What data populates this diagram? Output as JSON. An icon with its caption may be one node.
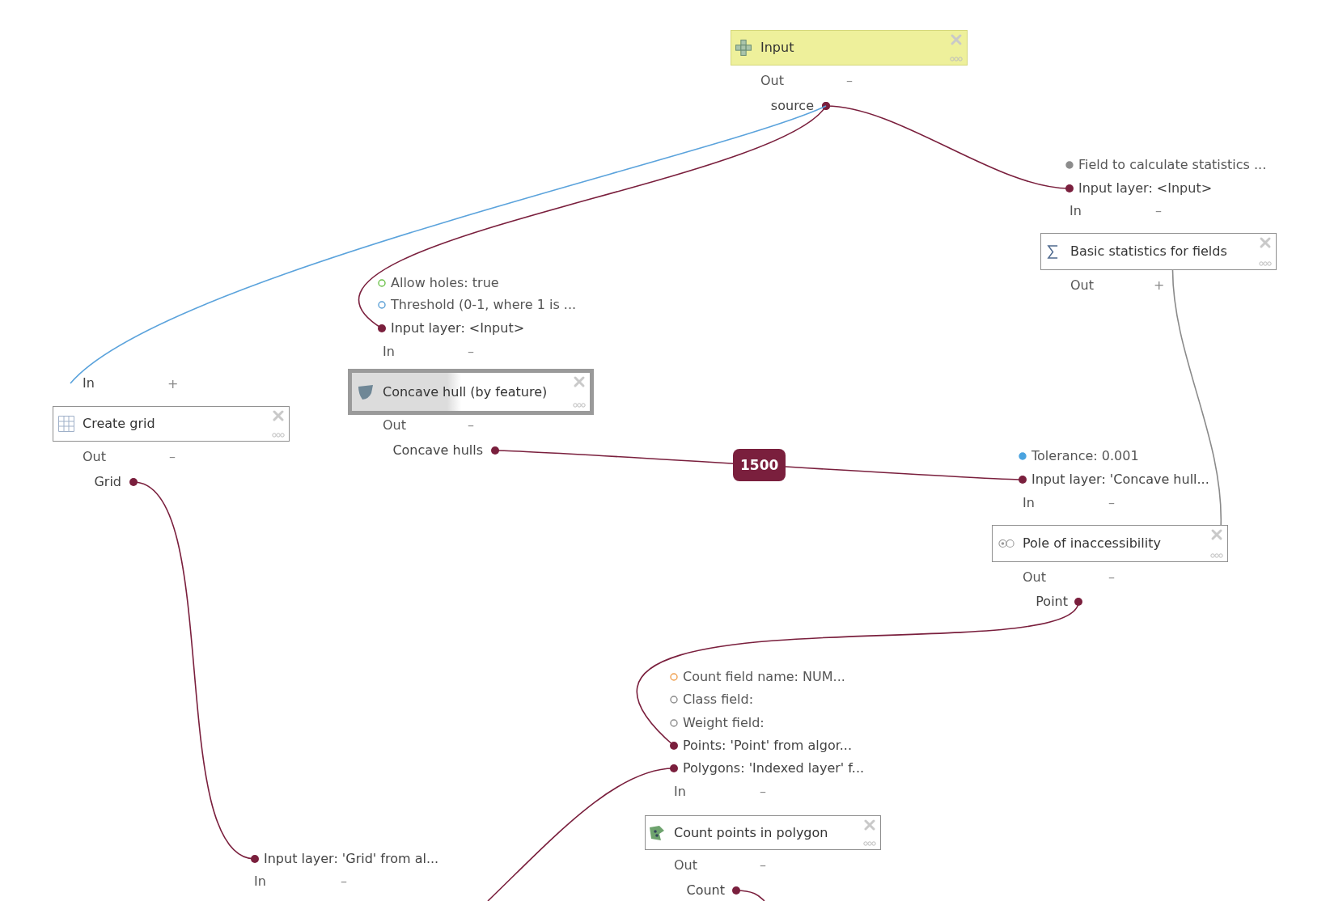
{
  "diagram": {
    "nodes": [
      {
        "text": [
          "Input"
        ],
        "beside": [
          "Out"
        ]
      },
      {
        "text": [
          "source"
        ]
      },
      {
        "text": [
          "Input layer: <Input>"
        ]
      },
      {
        "text": [
          "Basic statistics for fields"
        ],
        "beside": [
          "Out"
        ]
      },
      {
        "text": [
          "Input layer: <Input>"
        ]
      },
      {
        "text": [
          "Concave hull (by feature)"
        ],
        "beside": [
          "Out",
          "–"
        ]
      },
      {
        "text": [
          "In"
        ]
      },
      {
        "text": [
          "Create grid"
        ],
        "beside": [
          "Out"
        ]
      },
      {
        "text": [
          "Concave hulls"
        ]
      },
      {
        "text": [
          "Grid"
        ]
      },
      {
        "text": [
          "Input layer: 'Concave hull..."
        ]
      },
      {
        "text": [
          "Pole of inaccessibility"
        ],
        "beside": [
          "Out"
        ]
      },
      {
        "text": [
          "Point"
        ]
      },
      {
        "text": [
          "Points: 'Point' from algor..."
        ]
      },
      {
        "text": [
          "Polygons: 'Indexed layer' f..."
        ]
      },
      {
        "text": [
          "Count points in polygon"
        ],
        "beside": [
          "Out"
        ]
      },
      {
        "text": [
          "Input layer: 'Grid' from al..."
        ]
      },
      {
        "text": [
          "Count"
        ]
      }
    ],
    "edges": [
      {
        "from": 1,
        "to": 2,
        "arrow": "other"
      },
      {
        "from": 1,
        "to": 4,
        "arrow": "other"
      },
      {
        "from": 1,
        "to": 6,
        "arrow": "none",
        "color": "#5ba3dc"
      },
      {
        "from": 3,
        "to": 11,
        "arrow": "none",
        "color": "#8a8a8a"
      },
      {
        "from": 8,
        "to": 10,
        "arrow": "other",
        "label": "1500"
      },
      {
        "from": 9,
        "to": 16,
        "arrow": "other"
      },
      {
        "from": 12,
        "to": 13,
        "arrow": "other"
      },
      {
        "from": null,
        "to": 14,
        "arrow": "other"
      },
      {
        "from": 17,
        "to": null,
        "arrow": "other"
      }
    ],
    "labels": [
      "–",
      "Field to calculate statistics ...",
      "In",
      "–",
      "Allow holes: true",
      "+",
      "Threshold (0-1, where 1 is ...",
      "In",
      "–",
      "+",
      "–",
      "Tolerance: 0.001",
      "In",
      "–",
      "–",
      "Count field name: NUM...",
      "Class field:",
      "Weight field:",
      "In",
      "–",
      "–",
      "In",
      "–"
    ]
  }
}
